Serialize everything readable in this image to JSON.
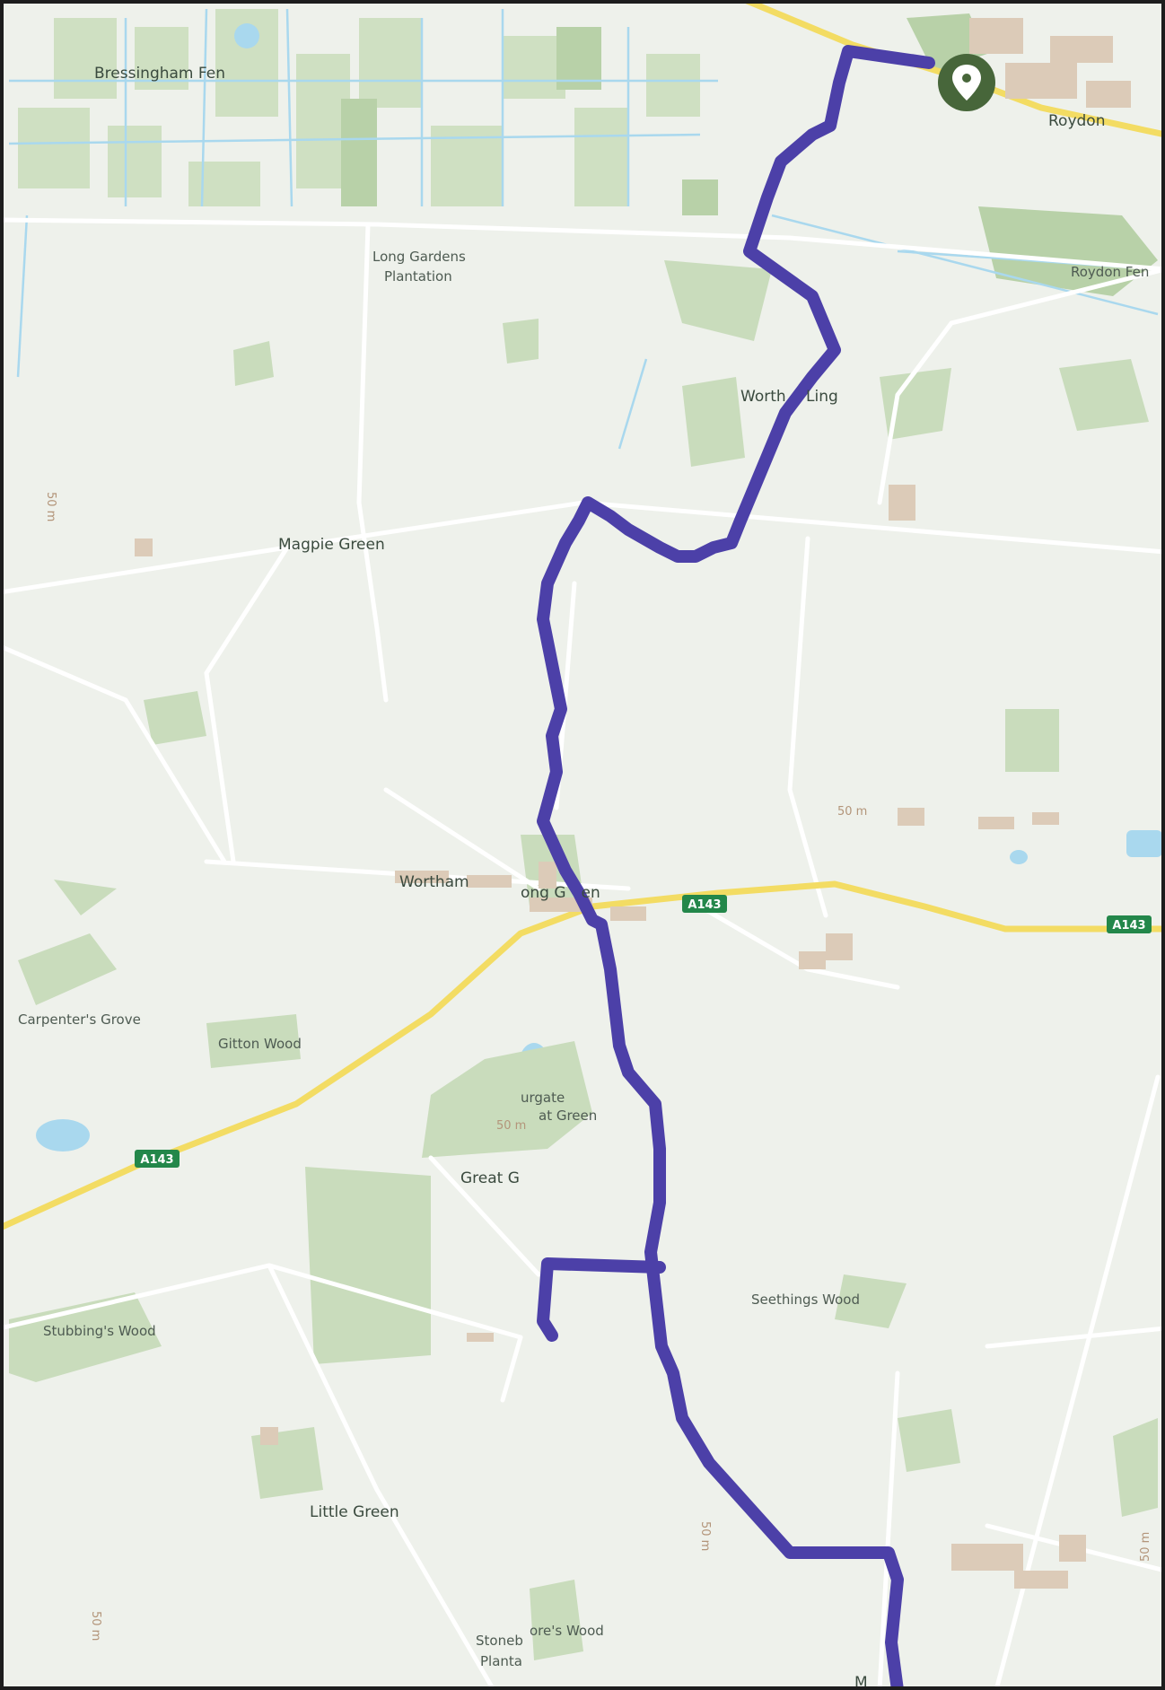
{
  "map": {
    "colors": {
      "background": "#eef1eb",
      "woodland": "#c9dcbc",
      "dark_woodland": "#b8d1a8",
      "water": "#a9d8ee",
      "main_road": "#f3dc63",
      "minor_road": "#ffffff",
      "building": "#dccbb8",
      "route": "#4c40a8",
      "marker": "#47663a",
      "road_badge": "#23874a"
    },
    "marker_icon": "location-pin-icon",
    "place_labels": {
      "bressingham_fen": "Bressingham Fen",
      "roydon": "Roydon",
      "roydon_fen": "Roydon Fen",
      "long_gardens": "Long Gardens",
      "plantation": "Plantation",
      "wortham_ling": "Worth  Ling",
      "magpie_green": "Magpie Green",
      "wortham": "Wortham",
      "long_green": "ong G en",
      "carpenters_grove": "Carpenter's Grove",
      "gitton_wood": "Gitton Wood",
      "burgate": "urgate",
      "great_green_a": "at Green",
      "great_green_b": "Great G",
      "seethings_wood": "Seethings Wood",
      "stubbings_wood": "Stubbing's Wood",
      "little_green": "Little Green",
      "stoneb": "Stoneb",
      "plantation_b": "Planta",
      "mores_wood": "ore's Wood",
      "m": "M"
    },
    "contours": {
      "c1": "50 m",
      "c2": "50 m",
      "c3": "50 m",
      "c4": "50 m",
      "c5": "50 m",
      "c6": "50 m"
    },
    "roads": {
      "a143_a": "A143",
      "a143_b": "A143",
      "a143_c": "A143"
    }
  }
}
